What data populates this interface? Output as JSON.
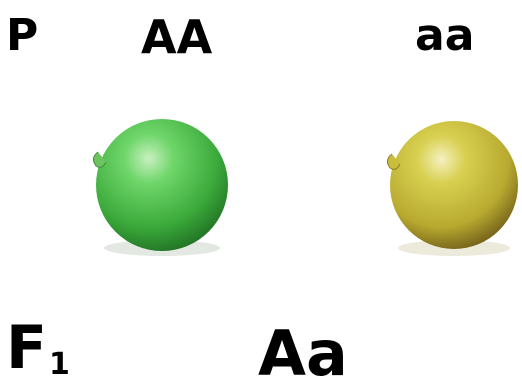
{
  "parent_generation": {
    "label": "P",
    "dominant_genotype": "AA",
    "recessive_genotype": "aa"
  },
  "offspring_generation": {
    "label": "F",
    "label_subscript": "1",
    "genotype": "Aa"
  },
  "colors": {
    "green_pea": "#4fc24a",
    "yellow_pea": "#c9c23a"
  }
}
